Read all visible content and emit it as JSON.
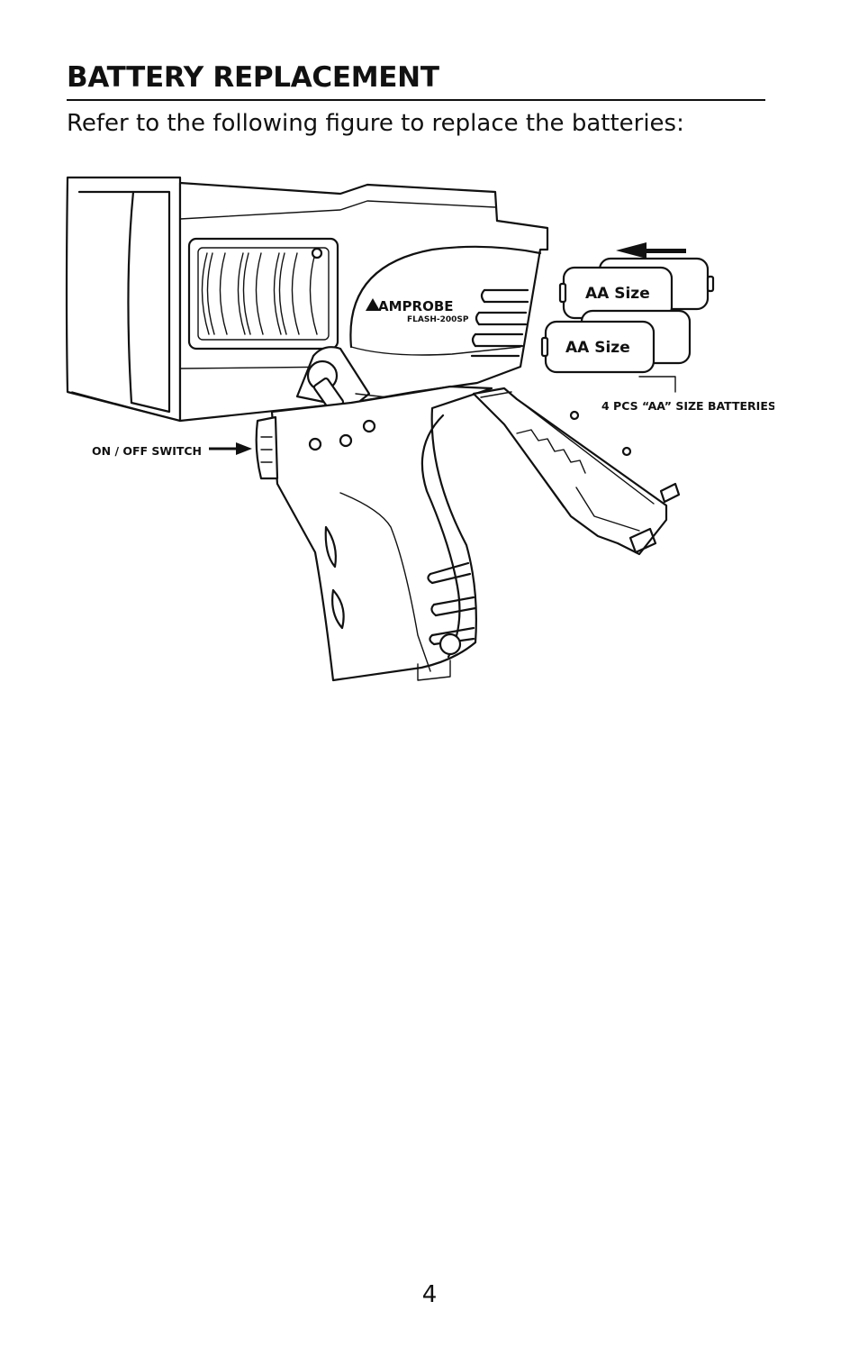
{
  "section": {
    "title": "BATTERY REPLACEMENT",
    "intro": "Refer to the following figure to replace the batteries:"
  },
  "figure": {
    "brand": "AMPROBE",
    "model": "FLASH-200SP",
    "battery_label_top": "AA Size",
    "battery_label_bottom": "AA Size",
    "callout_batteries": "4 PCS “AA” SIZE BATTERIES",
    "callout_switch": "ON / OFF SWITCH"
  },
  "page_number": "4"
}
